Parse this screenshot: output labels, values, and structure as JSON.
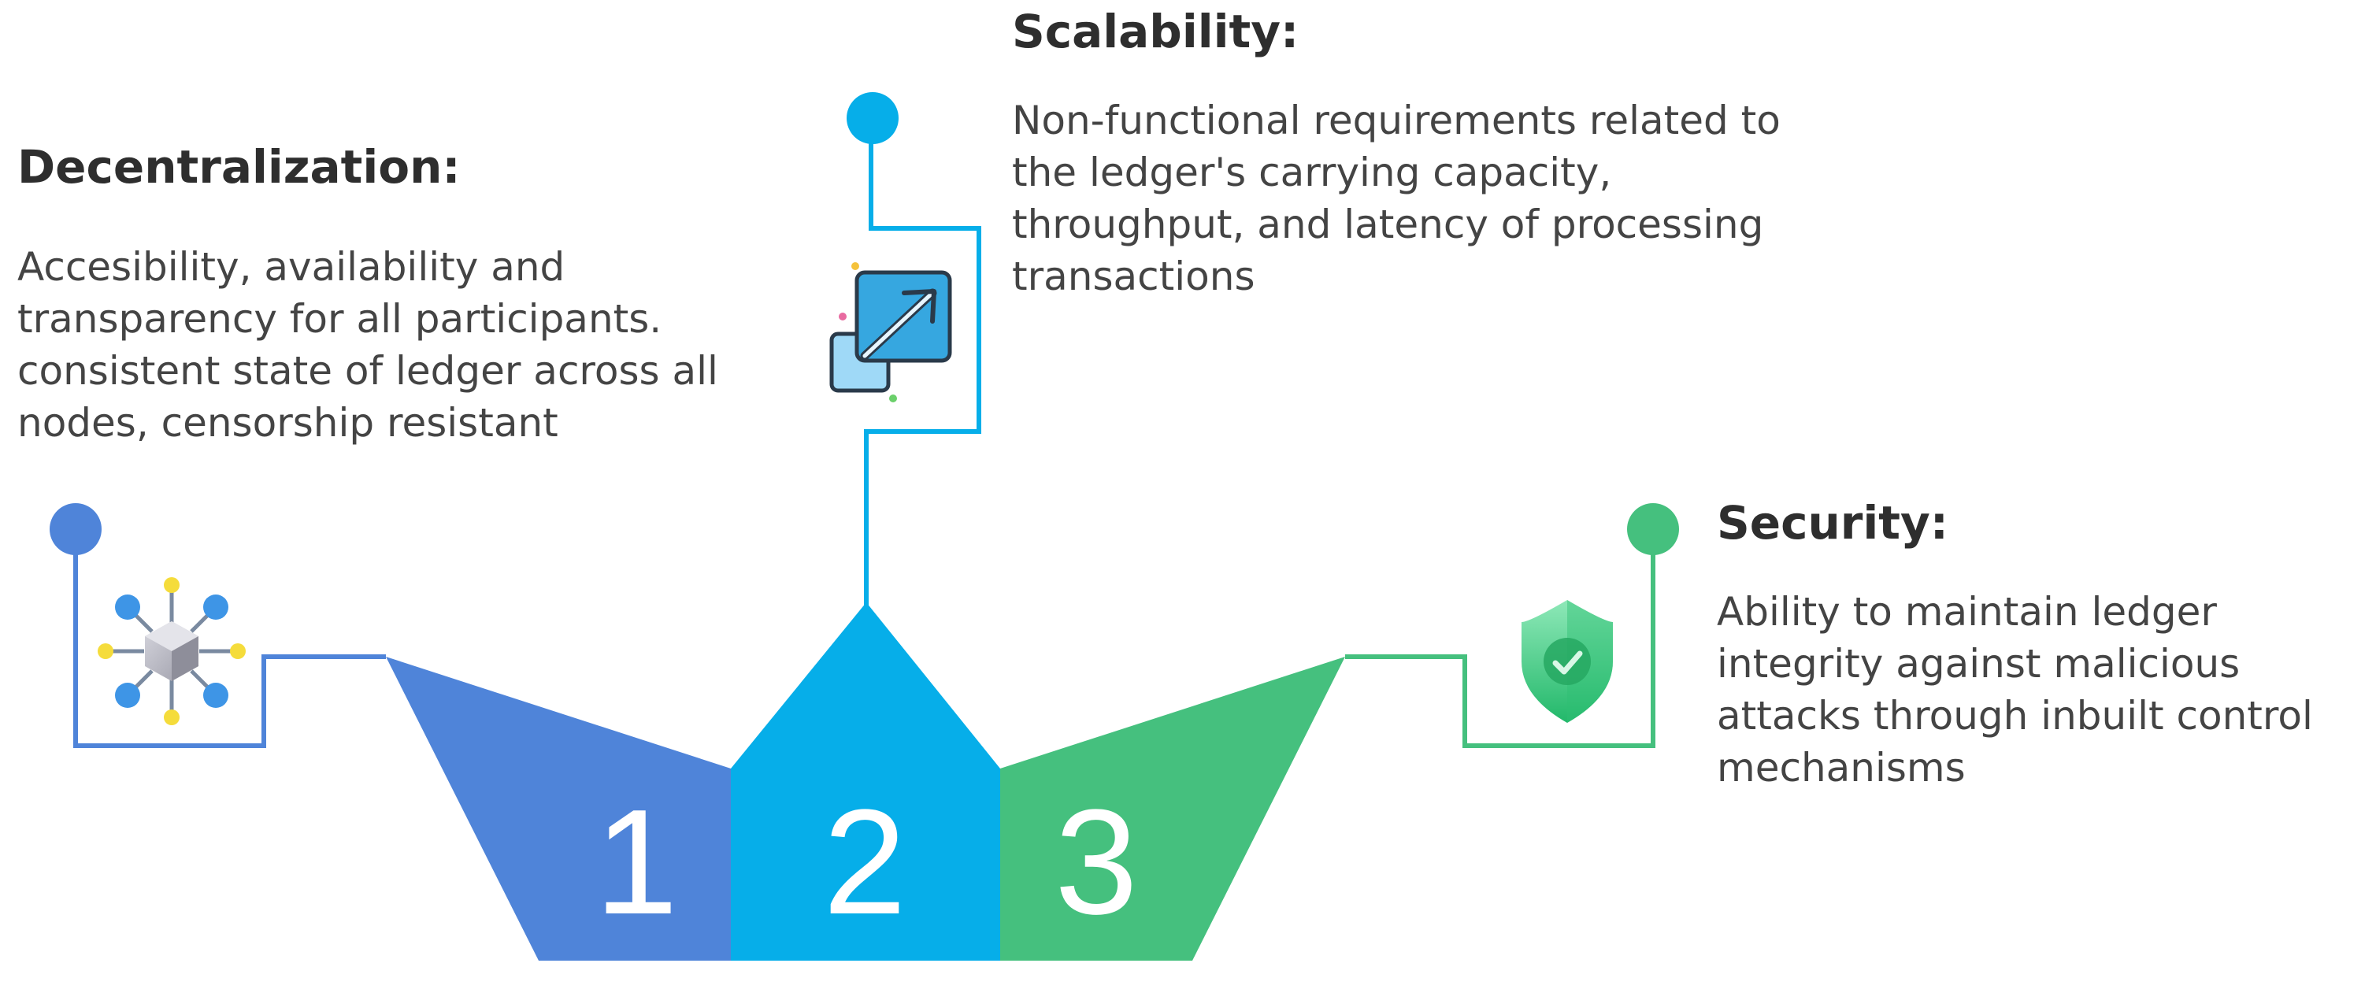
{
  "colors": {
    "decentralization": "#4f84d9",
    "scalability": "#06aee9",
    "security": "#45c07e"
  },
  "icons": {
    "decentralization": "network-nodes-icon",
    "scalability": "scale-expand-icon",
    "security": "shield-check-icon"
  },
  "items": [
    {
      "number": "1",
      "title": "Decentralization:",
      "lines": [
        "Accesibility, availability and",
        "transparency for all participants.",
        "consistent state of ledger across all",
        "nodes, censorship resistant"
      ]
    },
    {
      "number": "2",
      "title": "Scalability:",
      "lines": [
        "Non-functional requirements related to",
        "the ledger's carrying capacity,",
        "throughput, and latency of processing",
        "transactions"
      ]
    },
    {
      "number": "3",
      "title": "Security:",
      "lines": [
        "Ability to maintain ledger",
        "integrity against malicious",
        "attacks through inbuilt control",
        "mechanisms"
      ]
    }
  ]
}
